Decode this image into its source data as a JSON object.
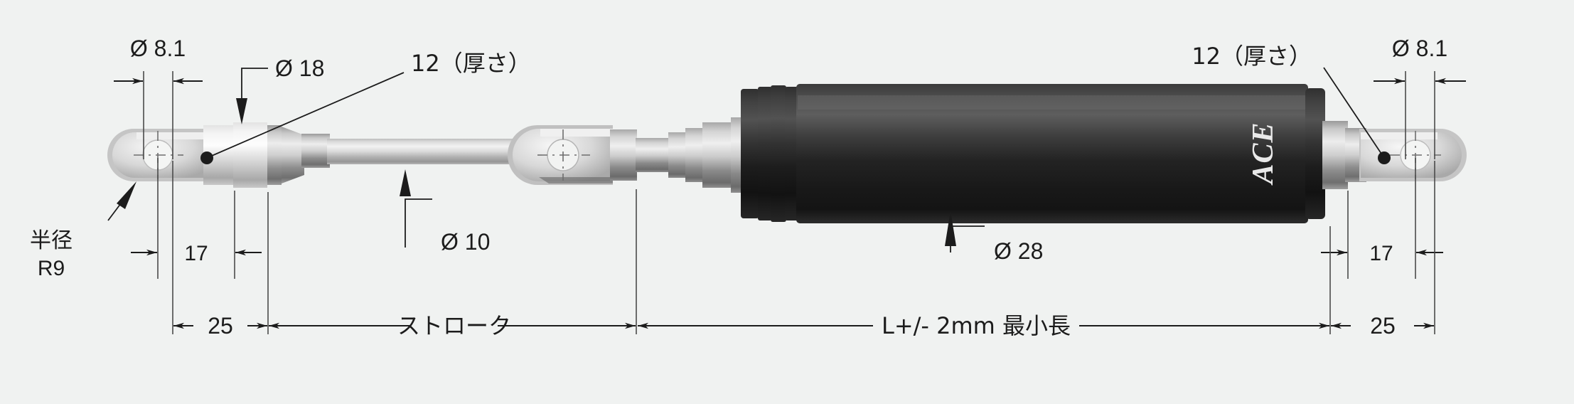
{
  "drawing": {
    "title": "ACE gas spring technical dimension drawing",
    "background_color": "#f0f2f1",
    "line_color": "#1c1c1c",
    "brand_label": "ACE",
    "dimensions": {
      "eye_bore_left": "Ø 8.1",
      "eye_bore_right": "Ø 8.1",
      "rod_end_body_dia": "Ø 18",
      "rod_dia": "Ø 10",
      "cylinder_dia": "Ø 28",
      "eye_thickness_left": "12（厚さ）",
      "eye_thickness_right": "12（厚さ）",
      "eye_radius_label_line1": "半径",
      "eye_radius_label_line2": "R9",
      "eye_center_to_end_left": "17",
      "eye_center_to_end_right": "17",
      "end_fitting_left": "25",
      "end_fitting_right": "25",
      "stroke": "ストローク",
      "min_length": "L+/- 2mm 最小長"
    }
  }
}
